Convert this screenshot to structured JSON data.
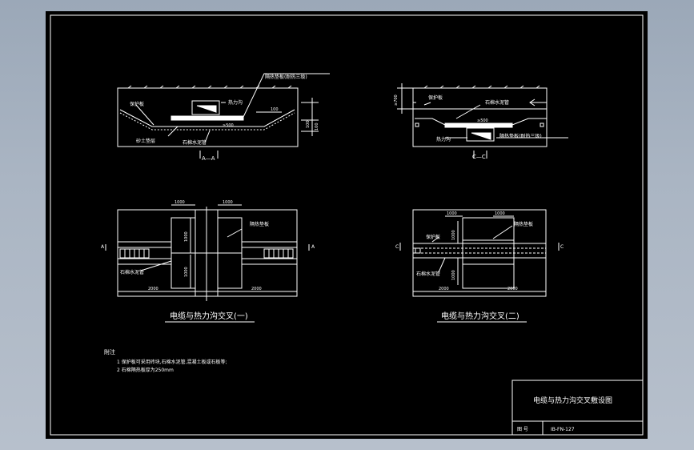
{
  "drawing": {
    "section_aa": {
      "label": "A—A",
      "callouts": {
        "insulation": "隔热垫板(耐热三级)",
        "heat_duct": "热力沟",
        "protect_plate": "保护板",
        "fill_layer": "砂土垫层",
        "asbestos_pipe": "石棉水泥管",
        "dim_top": "100",
        "dim_gap": "≥500",
        "dim_right_a": "100",
        "dim_right_b": "100"
      }
    },
    "section_cc": {
      "label": "C—C",
      "callouts": {
        "protect_plate": "保护板",
        "asbestos_pipe": "石棉水泥管",
        "dim_left": "≥700",
        "dim_gap": "≥500",
        "heat_duct": "热力沟",
        "insulation": "隔热垫板(耐热三级)"
      }
    },
    "plan_one": {
      "title": "电缆与热力沟交叉(一)",
      "dims": {
        "top_left": "1000",
        "top_right": "1000",
        "v_upper": "1000",
        "v_lower": "1000",
        "bottom_left": "2000",
        "bottom_right": "2000"
      },
      "labels": {
        "insulation": "隔热垫板",
        "asbestos_pipe": "石棉水泥管",
        "mark_left": "A",
        "mark_right": "A"
      }
    },
    "plan_two": {
      "title": "电缆与热力沟交叉(二)",
      "dims": {
        "top_left": "1000",
        "top_right": "1000",
        "v_upper": "1000",
        "v_lower": "1000",
        "bottom_left": "2000",
        "bottom_right": "2000"
      },
      "labels": {
        "insulation": "隔热垫板",
        "protect_plate": "保护板",
        "asbestos_pipe": "石棉水泥管",
        "mark_left": "C",
        "mark_right": "C"
      }
    },
    "notes": {
      "heading": "附注",
      "items": [
        "1  保护板可采用砖块,石棉水泥管,混凝土板或石板等;",
        "2  石棉隔热板厚为250mm"
      ]
    },
    "title_block": {
      "title": "电缆与热力沟交叉敷设图",
      "drawing_no_label": "图 号",
      "drawing_no": "IB-FN-127"
    }
  }
}
